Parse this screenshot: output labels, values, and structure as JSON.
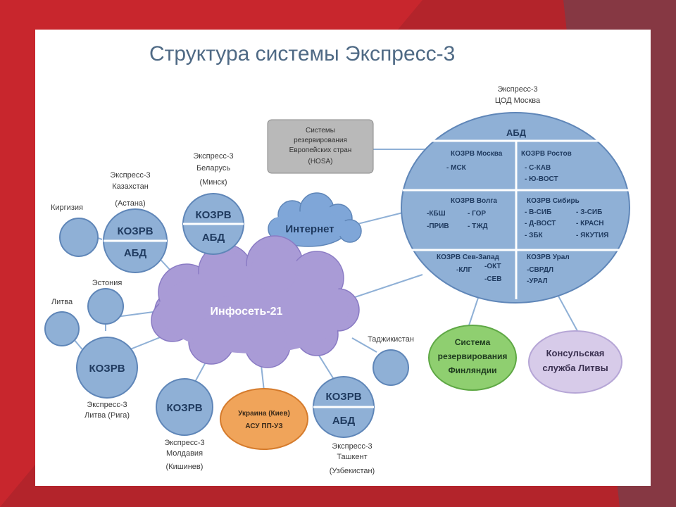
{
  "title": "Структура системы Экспресс-3",
  "center": {
    "label": "Инфосеть-21"
  },
  "internet": {
    "label": "Интернет"
  },
  "moscow": {
    "caption_line1": "Экспресс-3",
    "caption_line2": "ЦОД Москва",
    "header": "АБД",
    "cells": [
      {
        "title": "КОЗРВ Москва",
        "items": [
          "- МСК"
        ]
      },
      {
        "title": "КОЗРВ Ростов",
        "items": [
          "- С-КАВ",
          "- Ю-ВОСТ"
        ]
      },
      {
        "title": "КОЗРВ Волга",
        "items": [
          "-КБШ",
          "- ГОР",
          "-ПРИВ",
          "- ТЖД"
        ]
      },
      {
        "title": "КОЗРВ Сибирь",
        "items": [
          "- В-СИБ",
          "- З-СИБ",
          "- Д-ВОСТ",
          "- КРАСН",
          "- ЗБК",
          "- ЯКУТИЯ"
        ]
      },
      {
        "title": "КОЗРВ Сев-Запад",
        "items": [
          "-КЛГ",
          "-ОКТ",
          "-СЕВ"
        ]
      },
      {
        "title": "КОЗРВ Урал",
        "items": [
          "-СВРДЛ",
          "-УРАЛ"
        ]
      }
    ]
  },
  "hosa": {
    "lines": [
      "Системы",
      "резервирования",
      "Европейских стран",
      "(HOSA)"
    ]
  },
  "finland": {
    "lines": [
      "Система",
      "резервирования",
      "Финляндии"
    ]
  },
  "lithuania_consul": {
    "lines": [
      "Консульская",
      "служба Литвы"
    ]
  },
  "ukraine": {
    "lines": [
      "Украина (Киев)",
      "АСУ ПП-УЗ"
    ]
  },
  "nodes": {
    "kazakhstan": {
      "top": "КОЗРВ",
      "bottom": "АБД",
      "caption": [
        "Экспресс-3",
        "Казахстан",
        "(Астана)"
      ]
    },
    "belarus": {
      "top": "КОЗРВ",
      "bottom": "АБД",
      "caption": [
        "Экспресс-3",
        "Беларусь",
        "(Минск)"
      ]
    },
    "uzbekistan": {
      "top": "КОЗРВ",
      "bottom": "АБД",
      "caption": [
        "Экспресс-3",
        "Ташкент",
        "(Узбекистан)"
      ]
    },
    "latvia": {
      "label": "КОЗРВ",
      "caption": [
        "Экспресс-3",
        "Литва (Рига)"
      ]
    },
    "moldova": {
      "label": "КОЗРВ",
      "caption": [
        "Экспресс-3",
        "Молдавия",
        "(Кишинев)"
      ]
    },
    "kyrgyzstan": {
      "label": "Киргизия"
    },
    "estonia": {
      "label": "Эстония"
    },
    "lithuania": {
      "label": "Литва"
    },
    "tajikistan": {
      "label": "Таджикистан"
    }
  },
  "colors": {
    "background": "#c8262d",
    "panel": "#ffffff",
    "node_blue": "#8fb0d6",
    "node_border": "#5f86b8",
    "cloud_purple": "#a99bd6",
    "cloud_blue": "#7fa6d8",
    "hosa_gray": "#b9b9b9",
    "finland_green": "#8fcf70",
    "consul_lavender": "#d7cbe9",
    "ukraine_orange": "#f0a45a",
    "title_color": "#4f6a85"
  }
}
